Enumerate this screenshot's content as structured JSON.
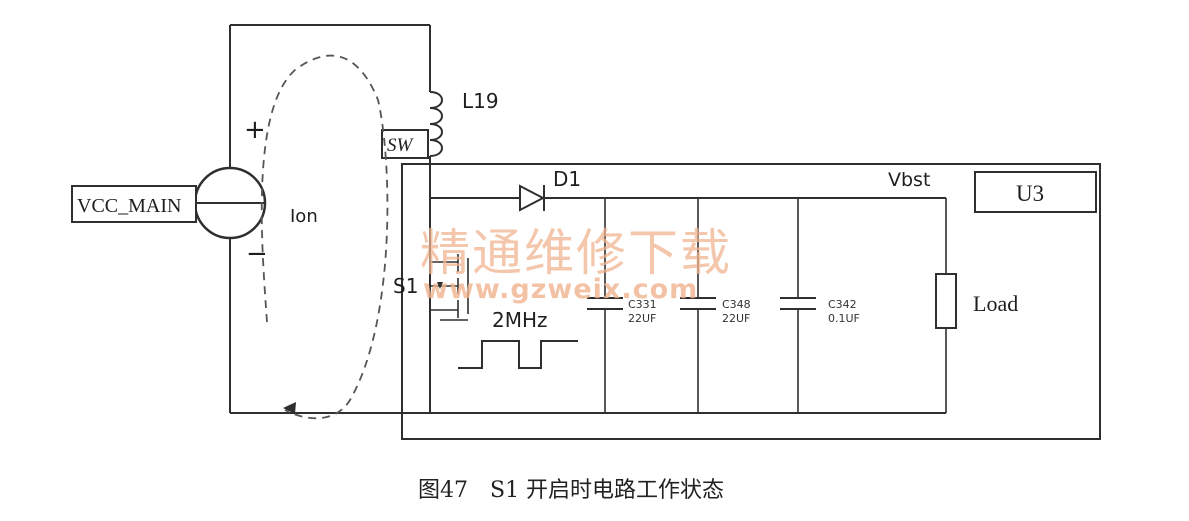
{
  "diagram": {
    "components": {
      "vcc_main": "VCC_MAIN",
      "inductor": "L19",
      "switch_node": "SW",
      "diode": "D1",
      "vbst": "Vbst",
      "u3": "U3",
      "ion": "Ion",
      "s1": "S1",
      "freq": "2MHz",
      "load": "Load",
      "plus_sign": "+",
      "minus_sign": "−"
    },
    "capacitors": [
      {
        "name": "C331",
        "value": "22UF"
      },
      {
        "name": "C348",
        "value": "22UF"
      },
      {
        "name": "C342",
        "value": "0.1UF"
      }
    ],
    "watermark": {
      "text": "精通维修下载",
      "url": "www.gzweix.com"
    },
    "caption": "图47　S1 开启时电路工作状态",
    "colors": {
      "line": "#2f2f2f",
      "watermark": "#f1b48f",
      "background": "#ffffff"
    }
  }
}
